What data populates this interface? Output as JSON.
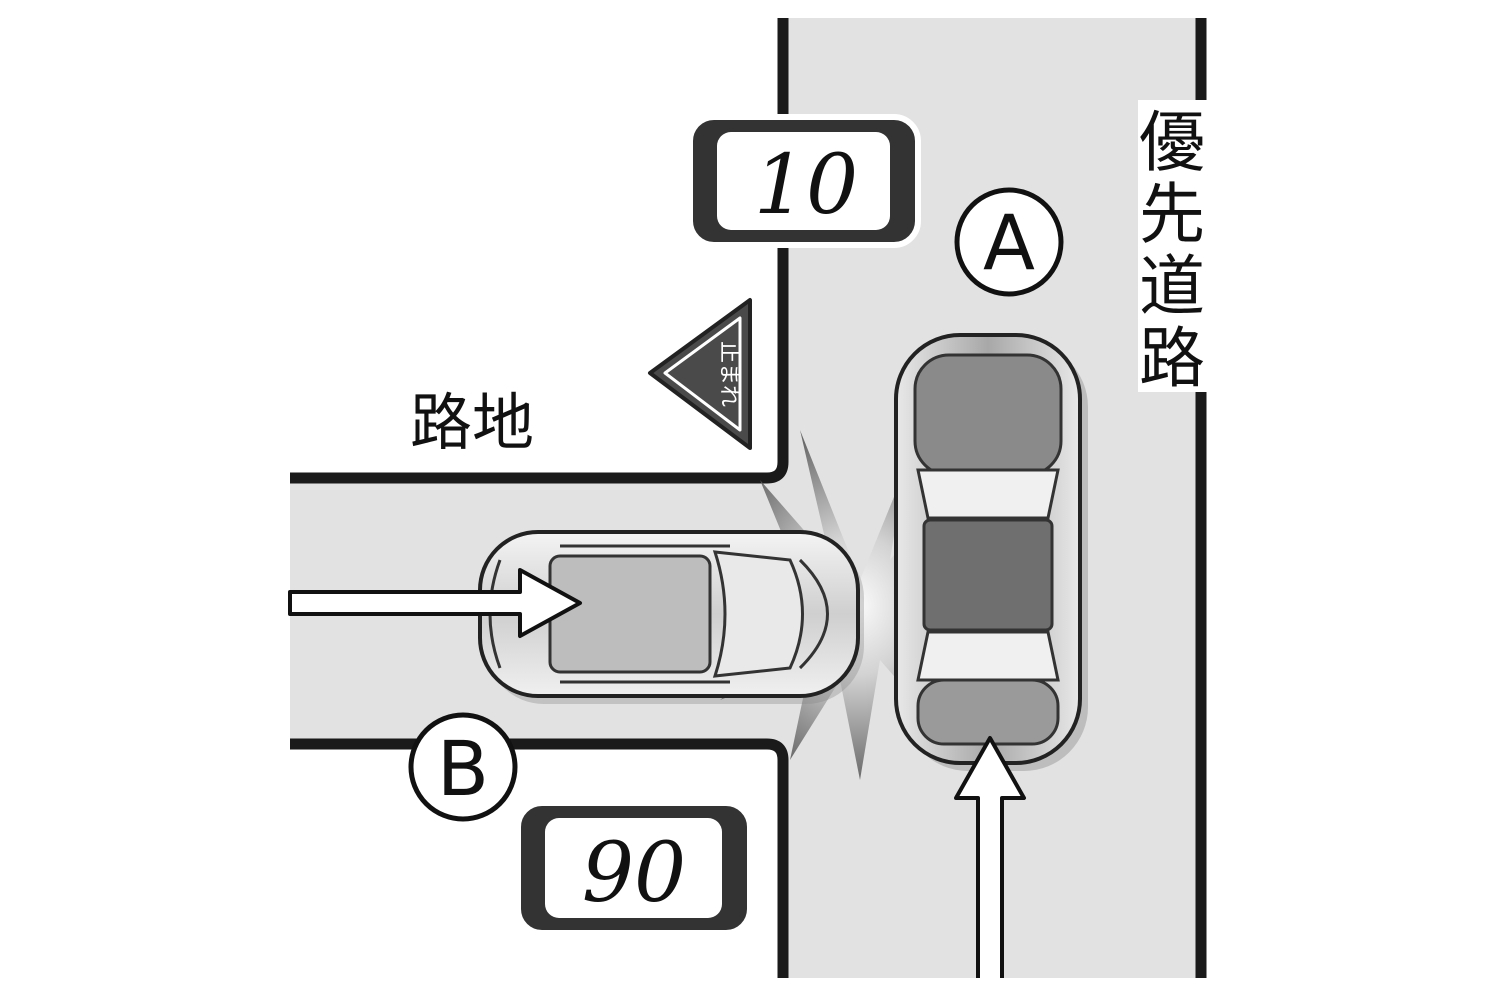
{
  "labels": {
    "priority_road": "優先道路",
    "priority_road_chars": [
      "優",
      "先",
      "道",
      "路"
    ],
    "alley": "路地",
    "vehicle_a": "A",
    "vehicle_b": "B",
    "stop_sign_text": "止まれ"
  },
  "ratio": {
    "a": "10",
    "b": "90"
  },
  "icons": {
    "stop_sign": "inverted-triangle-stop-sign-icon",
    "arrow_a": "up-arrow-icon",
    "arrow_b": "right-arrow-icon",
    "collision": "impact-burst-icon"
  },
  "colors": {
    "road": "#e2e2e2",
    "line": "#1a1a1a",
    "plate": "#333333",
    "sign": "#4a4a4a",
    "car_a": "#8a8a8a",
    "car_b": "#d6d6d6"
  }
}
